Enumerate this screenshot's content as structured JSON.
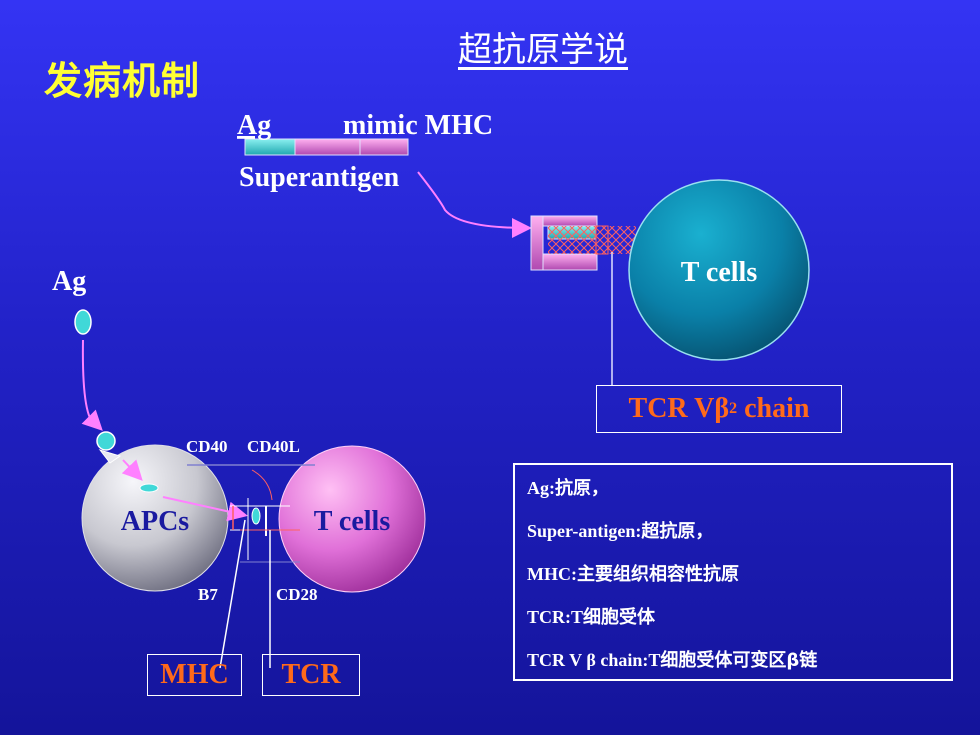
{
  "slide": {
    "title": "发病机制",
    "subtitle": "超抗原学说"
  },
  "superantigen_diagram": {
    "label_ag": "Ag",
    "label_mimic_mhc": "mimic MHC",
    "label_superantigen": "Superantigen",
    "t_cells_label": "T cells",
    "tcr_chain_prefix": "TCR Vβ",
    "tcr_chain_sub": "2",
    "tcr_chain_suffix": " chain"
  },
  "conventional_diagram": {
    "label_ag": "Ag",
    "label_cd40": "CD40",
    "label_cd40l": "CD40L",
    "apcs_label": "APCs",
    "t_cells_label": "T cells",
    "label_b7": "B7",
    "label_cd28": "CD28",
    "mhc_box": "MHC",
    "tcr_box": "TCR"
  },
  "legend": {
    "items": [
      {
        "term": "Ag:",
        "desc": "抗原，"
      },
      {
        "term": "Super-antigen:",
        "desc": "超抗原，"
      },
      {
        "term": "MHC:",
        "desc": "主要组织相容性抗原"
      },
      {
        "term": "TCR:T",
        "desc": "细胞受体"
      },
      {
        "term": "TCR V β chain:T",
        "desc": "细胞受体可变区β链"
      }
    ]
  },
  "colors": {
    "title_yellow": "#ffff33",
    "label_orange": "#ff6a1a",
    "tcell_teal": "#0a8fb0",
    "tcell_pink": "#e060d0",
    "apc_gray": "#d0d0d8",
    "arrow_pink": "#ff80ff",
    "molecule_cyan": "#40d8d8"
  }
}
